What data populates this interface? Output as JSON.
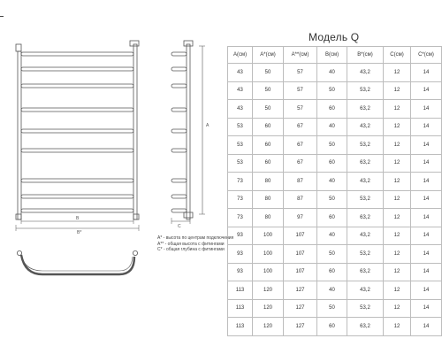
{
  "title": "Модель Q",
  "dimension_labels": {
    "a": "A",
    "b": "B",
    "b_star": "B*",
    "c": "C"
  },
  "table": {
    "headers": [
      "A(см)",
      "A*(см)",
      "A**(см)",
      "B(см)",
      "B*(см)",
      "C(см)",
      "C*(см)"
    ],
    "rows": [
      [
        "43",
        "50",
        "57",
        "40",
        "43,2",
        "12",
        "14"
      ],
      [
        "43",
        "50",
        "57",
        "50",
        "53,2",
        "12",
        "14"
      ],
      [
        "43",
        "50",
        "57",
        "60",
        "63,2",
        "12",
        "14"
      ],
      [
        "53",
        "60",
        "67",
        "40",
        "43,2",
        "12",
        "14"
      ],
      [
        "53",
        "60",
        "67",
        "50",
        "53,2",
        "12",
        "14"
      ],
      [
        "53",
        "60",
        "67",
        "60",
        "63,2",
        "12",
        "14"
      ],
      [
        "73",
        "80",
        "87",
        "40",
        "43,2",
        "12",
        "14"
      ],
      [
        "73",
        "80",
        "87",
        "50",
        "53,2",
        "12",
        "14"
      ],
      [
        "73",
        "80",
        "97",
        "60",
        "63,2",
        "12",
        "14"
      ],
      [
        "93",
        "100",
        "107",
        "40",
        "43,2",
        "12",
        "14"
      ],
      [
        "93",
        "100",
        "107",
        "50",
        "53,2",
        "12",
        "14"
      ],
      [
        "93",
        "100",
        "107",
        "60",
        "63,2",
        "12",
        "14"
      ],
      [
        "113",
        "120",
        "127",
        "40",
        "43,2",
        "12",
        "14"
      ],
      [
        "113",
        "120",
        "127",
        "50",
        "53,2",
        "12",
        "14"
      ],
      [
        "113",
        "120",
        "127",
        "60",
        "63,2",
        "12",
        "14"
      ]
    ]
  },
  "notes": [
    "A* - высота по центрам подключения",
    "A** - общая высота с фитингами",
    "C* - общая глубина с фитингами"
  ]
}
